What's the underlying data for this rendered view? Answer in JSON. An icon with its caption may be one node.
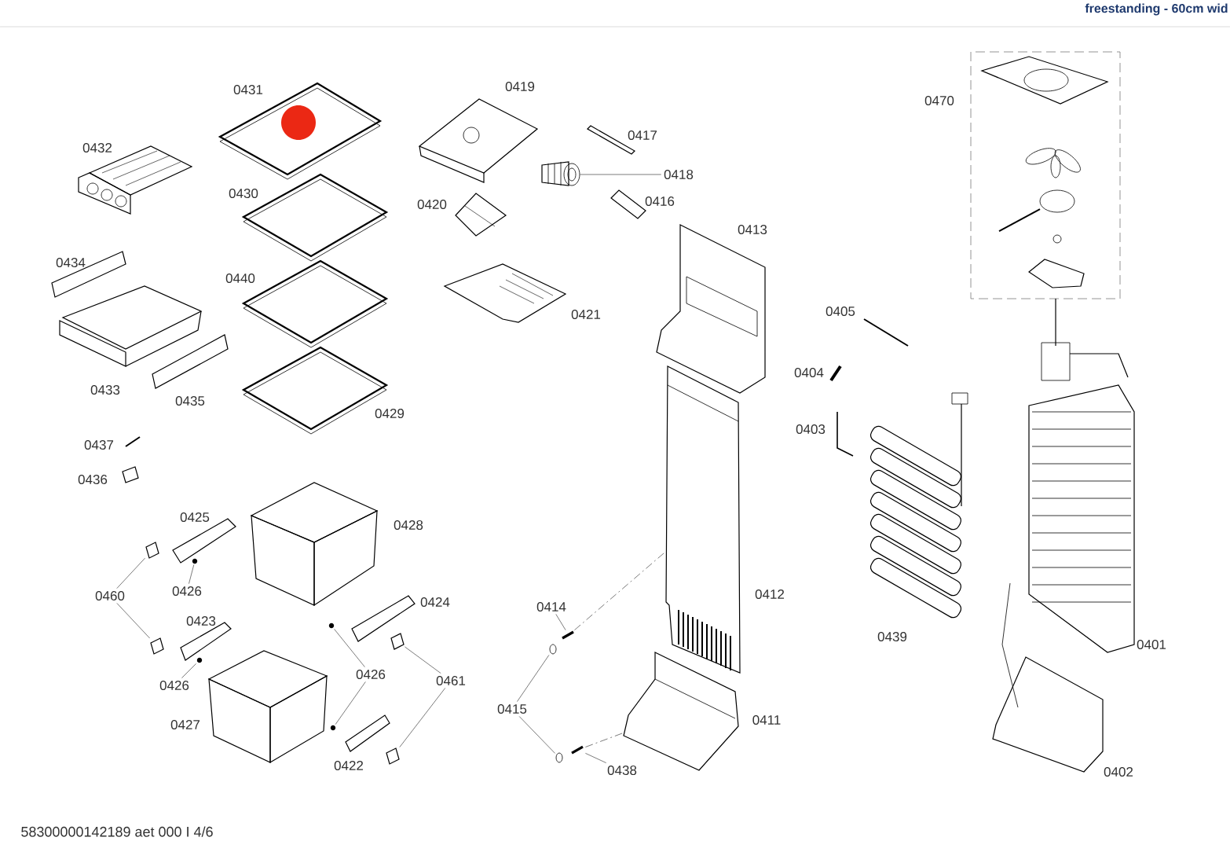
{
  "diagram": {
    "nodes": [
      {
        "text": [
          "0418"
        ]
      },
      {
        "text": [
          "0460"
        ]
      },
      {
        "text": [
          "0426"
        ]
      },
      {
        "text": [
          "0426"
        ]
      },
      {
        "text": [
          "0426"
        ]
      },
      {
        "text": [
          "0461"
        ]
      },
      {
        "text": [
          "0414"
        ]
      },
      {
        "text": [
          "0415"
        ]
      },
      {
        "text": [
          "0438"
        ]
      },
      {
        "text": [],
        "shape": "picture"
      },
      {
        "text": [],
        "shape": "picture"
      },
      {
        "text": [],
        "shape": "picture"
      },
      {
        "text": [],
        "shape": "picture"
      },
      {
        "text": [],
        "shape": "picture"
      },
      {
        "text": [],
        "shape": "picture"
      },
      {
        "text": [],
        "shape": "picture"
      },
      {
        "text": [],
        "shape": "picture"
      },
      {
        "text": [],
        "shape": "picture"
      },
      {
        "text": [],
        "shape": "picture"
      },
      {
        "text": [],
        "shape": "picture"
      },
      {
        "text": [],
        "shape": "picture"
      },
      {
        "text": [],
        "shape": "picture"
      },
      {
        "text": [],
        "shape": "picture"
      },
      {
        "text": [],
        "shape": "picture"
      }
    ],
    "edges": [
      {
        "from": 18,
        "to": 22,
        "arrow": "none",
        "style": "dashed"
      },
      {
        "from": 21,
        "to": 23,
        "arrow": "none",
        "style": "dashed"
      },
      {
        "from": 0,
        "to": 9,
        "arrow": "none"
      },
      {
        "from": 1,
        "to": 10,
        "arrow": "none"
      },
      {
        "from": 1,
        "to": 11,
        "arrow": "none"
      },
      {
        "from": 2,
        "to": 12,
        "arrow": "none"
      },
      {
        "from": 3,
        "to": 13,
        "arrow": "none"
      },
      {
        "from": 4,
        "to": 14,
        "arrow": "none"
      },
      {
        "from": 4,
        "to": 15,
        "arrow": "none"
      },
      {
        "from": 5,
        "to": 16,
        "arrow": "none"
      },
      {
        "from": 5,
        "to": 17,
        "arrow": "none"
      },
      {
        "from": 6,
        "to": 18,
        "arrow": "none"
      },
      {
        "from": 7,
        "to": 19,
        "arrow": "none"
      },
      {
        "from": 7,
        "to": 20,
        "arrow": "none"
      },
      {
        "from": 8,
        "to": 21,
        "arrow": "none"
      }
    ],
    "labels": [
      "freestanding - 60cm wid",
      "0419",
      "0431",
      "0470",
      "0417",
      "0432",
      "0430",
      "0416",
      "0420",
      "0413",
      "0434",
      "0440",
      "0405",
      "0421",
      "0404",
      "0433",
      "0435",
      "0429",
      "0403",
      "0437",
      "0436",
      "0425",
      "0428",
      "0412",
      "0424",
      "0423",
      "0439",
      "0401",
      "0411",
      "0427",
      "0422",
      "0402",
      "58300000142189 aet 000 I 4/6"
    ]
  }
}
